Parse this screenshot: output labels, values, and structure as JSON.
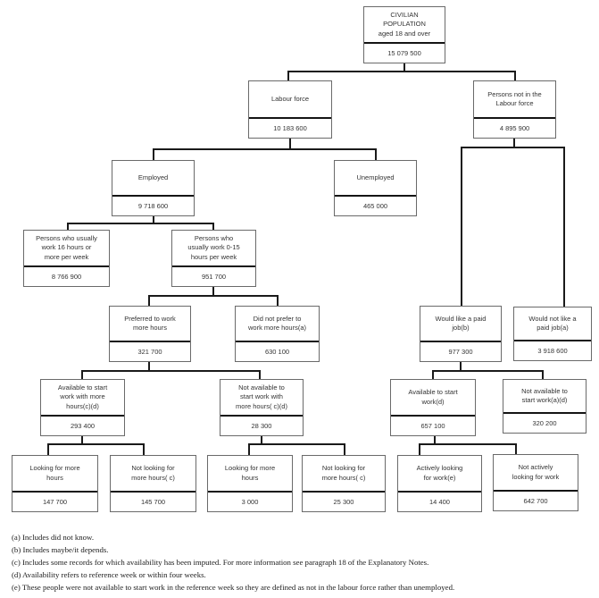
{
  "nodes": {
    "civilian": {
      "label": "CIVILIAN\nPOPULATION\naged 18 and over",
      "value": "15 079 500"
    },
    "labour_force": {
      "label": "Labour force",
      "value": "10 183 600"
    },
    "not_in_labour_force": {
      "label": "Persons not in the\nLabour force",
      "value": "4 895 900"
    },
    "employed": {
      "label": "Employed",
      "value": "9 718 600"
    },
    "unemployed": {
      "label": "Unemployed",
      "value": "465 000"
    },
    "work_16_plus": {
      "label": "Persons who usually\nwork 16 hours or\nmore per week",
      "value": "8 766 900"
    },
    "work_0_15": {
      "label": "Persons who\nusually work 0-15\nhours per week",
      "value": "951 700"
    },
    "preferred_more": {
      "label": "Preferred to work\nmore hours",
      "value": "321 700"
    },
    "not_prefer_more": {
      "label": "Did not prefer to\nwork more hours(a)",
      "value": "630 100"
    },
    "would_like_job": {
      "label": "Would like a paid\njob(b)",
      "value": "977 300"
    },
    "would_not_like_job": {
      "label": "Would not like a\npaid job(a)",
      "value": "3 918 600"
    },
    "avail_more_hours": {
      "label": "Available to start\nwork with more\nhours(c)(d)",
      "value": "293 400"
    },
    "not_avail_more_hours": {
      "label": "Not available to\nstart work with\nmore hours( c)(d)",
      "value": "28 300"
    },
    "avail_work": {
      "label": "Available to start\nwork(d)",
      "value": "657 100"
    },
    "not_avail_work": {
      "label": "Not available to\nstart work(a)(d)",
      "value": "320 200"
    },
    "looking_more_1": {
      "label": "Looking for more\nhours",
      "value": "147 700"
    },
    "not_looking_more_1": {
      "label": "Not looking for\nmore hours( c)",
      "value": "145 700"
    },
    "looking_more_2": {
      "label": "Looking for more\nhours",
      "value": "3 000"
    },
    "not_looking_more_2": {
      "label": "Not looking for\nmore hours( c)",
      "value": "25 300"
    },
    "actively_looking": {
      "label": "Actively looking\nfor work(e)",
      "value": "14 400"
    },
    "not_actively_looking": {
      "label": "Not actively\nlooking for work",
      "value": "642 700"
    }
  },
  "footnotes": {
    "a": "(a) Includes did not know.",
    "b": "(b) Includes maybe/it depends.",
    "c": "(c) Includes some records for which availability has been imputed.  For more information see paragraph 18 of the Explanatory Notes.",
    "d": "(d) Availability refers to reference week or within four weeks.",
    "e": "(e) These people were not available to start work in the reference week so they are defined as not in the labour force rather than unemployed."
  },
  "colors": {
    "connector_line": "#1a1a1a",
    "box_border": "#6a6a6a",
    "divider": "#141414",
    "text": "#333333",
    "background": "#ffffff"
  }
}
